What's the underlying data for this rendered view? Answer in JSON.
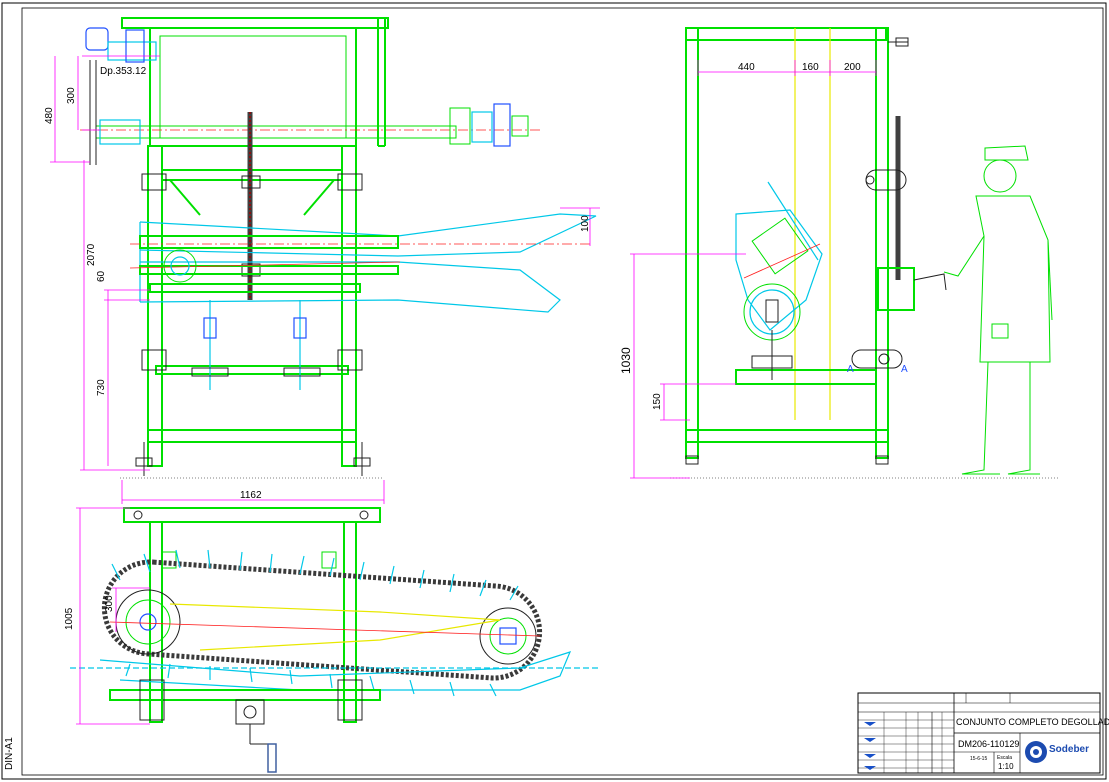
{
  "sheet_label": "DIN-A1",
  "front_view": {
    "dims": {
      "d480": "480",
      "d300": "300",
      "d2070": "2070",
      "d60": "60",
      "d730": "730",
      "d1162": "1162",
      "d100": "100",
      "ref": "Dp.353.12"
    }
  },
  "side_view": {
    "dims": {
      "d440": "440",
      "d160": "160",
      "d200": "200",
      "d1030": "1030",
      "d150": "150"
    },
    "section_mark": "A"
  },
  "top_view": {
    "dims": {
      "d1005": "1005",
      "d300": "300"
    }
  },
  "title_block": {
    "title": "CONJUNTO COMPLETO DEGOLLADOR",
    "drawing_number": "DM206-110129",
    "scale": "1:10",
    "scale_label": "Escala",
    "date": "15-6-15",
    "company": "Sodeber"
  },
  "colors": {
    "frame": "#00e000",
    "conveyor": "#00c8e8",
    "dimension": "#ff00ff",
    "centerline": "#ff2020",
    "guide": "#e8e800"
  }
}
